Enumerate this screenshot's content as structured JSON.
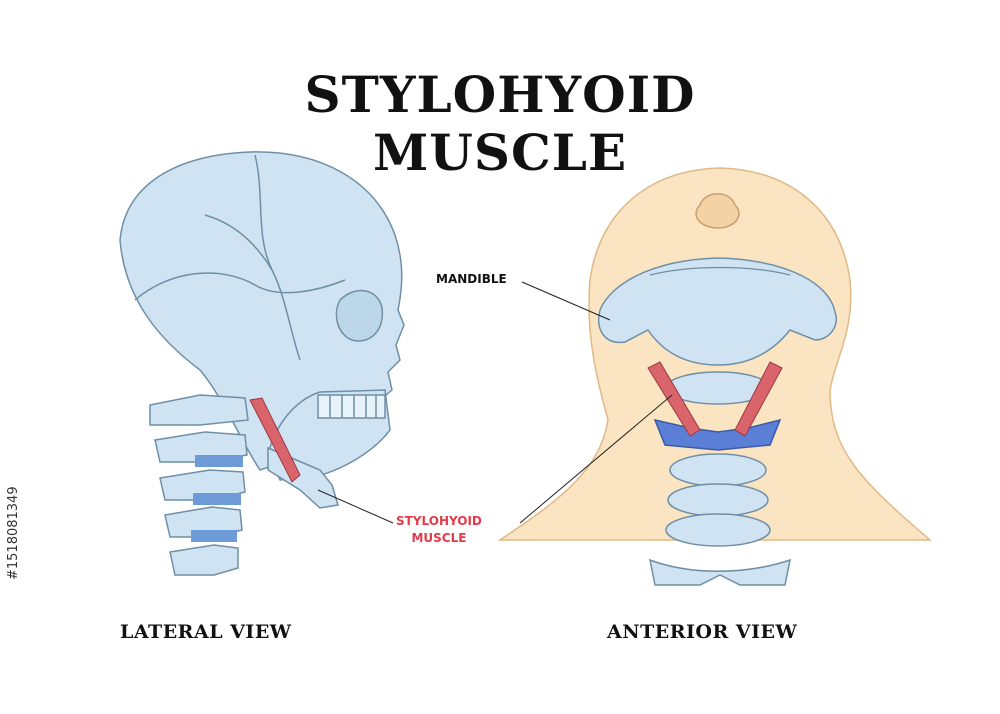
{
  "title": {
    "line1": "STYLOHYOID",
    "line2": "MUSCLE"
  },
  "views": {
    "lateral": "LATERAL VIEW",
    "anterior": "ANTERIOR VIEW"
  },
  "labels": {
    "mandible": "MANDIBLE",
    "muscle_line1": "STYLOHYOID",
    "muscle_line2": "MUSCLE"
  },
  "stock_id": "#1518081349",
  "colors": {
    "bone_fill": "#cfe3f3",
    "bone_stroke": "#6f8fa6",
    "muscle": "#d9646b",
    "hyoid": "#5b7fd6",
    "skin": "#fbe4c2",
    "accent_red": "#e23b4a"
  }
}
